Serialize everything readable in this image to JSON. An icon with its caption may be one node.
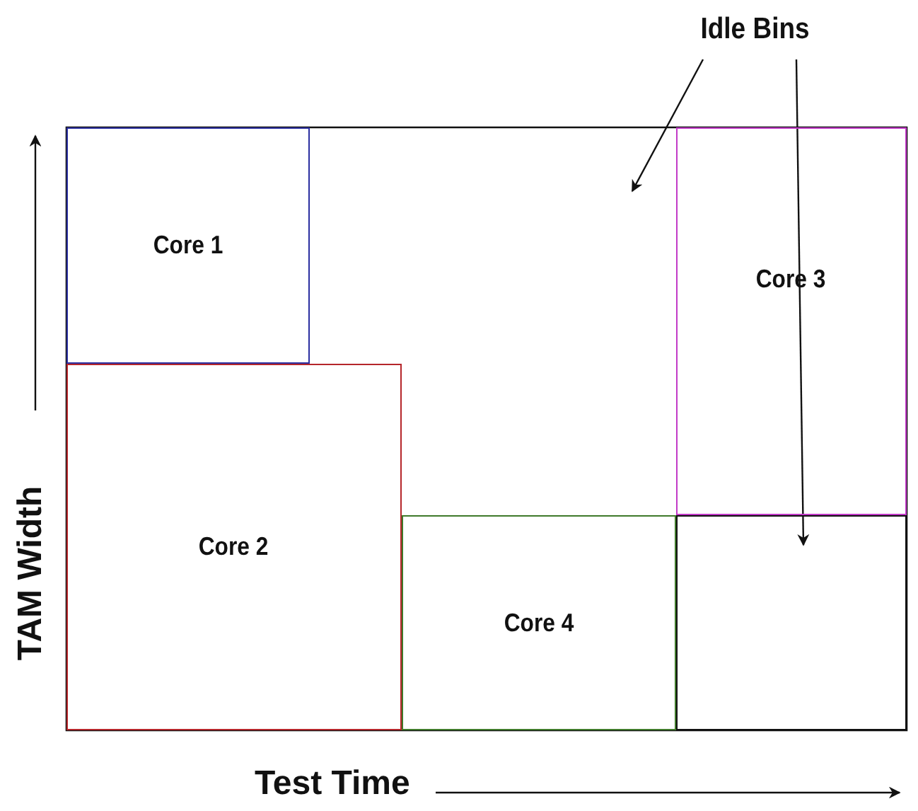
{
  "diagram": {
    "nodes": [
      {
        "text": [
          "Idle Bins"
        ]
      },
      {
        "text": [
          "Core 1"
        ]
      },
      {
        "text": [
          "Core 2"
        ]
      },
      {
        "text": [
          "Core 3"
        ]
      },
      {
        "text": [
          "Core 4"
        ]
      },
      {
        "text": [],
        "shape": "box"
      }
    ],
    "edges": [
      {
        "from": 0,
        "to": null,
        "arrow": "to"
      },
      {
        "from": 0,
        "to": 5,
        "arrow": "to"
      }
    ],
    "labels": [
      "TAM Width",
      "Test Time"
    ]
  }
}
